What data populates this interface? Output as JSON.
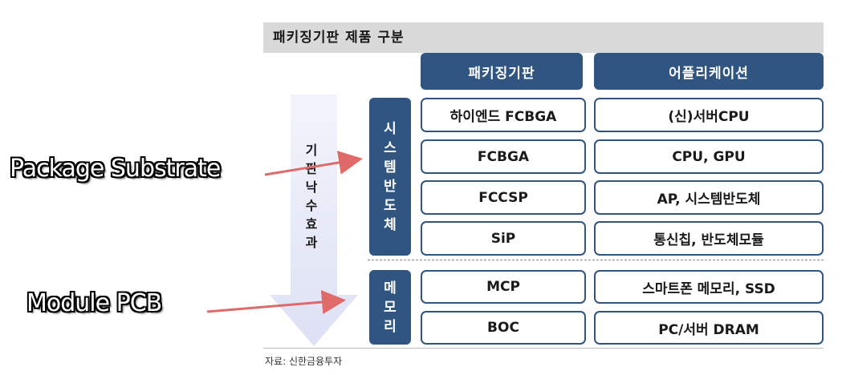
{
  "title": "패키징기판 제품 구분",
  "headers": {
    "substrate": "패키징기판",
    "application": "어플리케이션"
  },
  "effect_label": [
    "기",
    "판",
    "낙",
    "수",
    "효",
    "과"
  ],
  "groups": {
    "system": {
      "chars": [
        "시",
        "스",
        "템",
        "반",
        "도",
        "체"
      ]
    },
    "memory": {
      "chars": [
        "메",
        "모",
        "리"
      ]
    }
  },
  "rows": [
    {
      "substrate": "하이엔드 FCBGA",
      "application": "(신)서버CPU"
    },
    {
      "substrate": "FCBGA",
      "application": "CPU, GPU"
    },
    {
      "substrate": "FCCSP",
      "application": "AP, 시스템반도체"
    },
    {
      "substrate": "SiP",
      "application": "통신칩, 반도체모듈"
    },
    {
      "substrate": "MCP",
      "application": "스마트폰 메모리, SSD"
    },
    {
      "substrate": "BOC",
      "application": "PC/서버 DRAM"
    }
  ],
  "annotations": {
    "package": "Package Substrate",
    "module": "Module PCB"
  },
  "source": "자료: 신한금융투자",
  "colors": {
    "header": "#2f5580",
    "title_bar": "#d9d9d9",
    "arrow_fill": "#e6e9f8",
    "annotation_arrow": "#e06a6a"
  }
}
